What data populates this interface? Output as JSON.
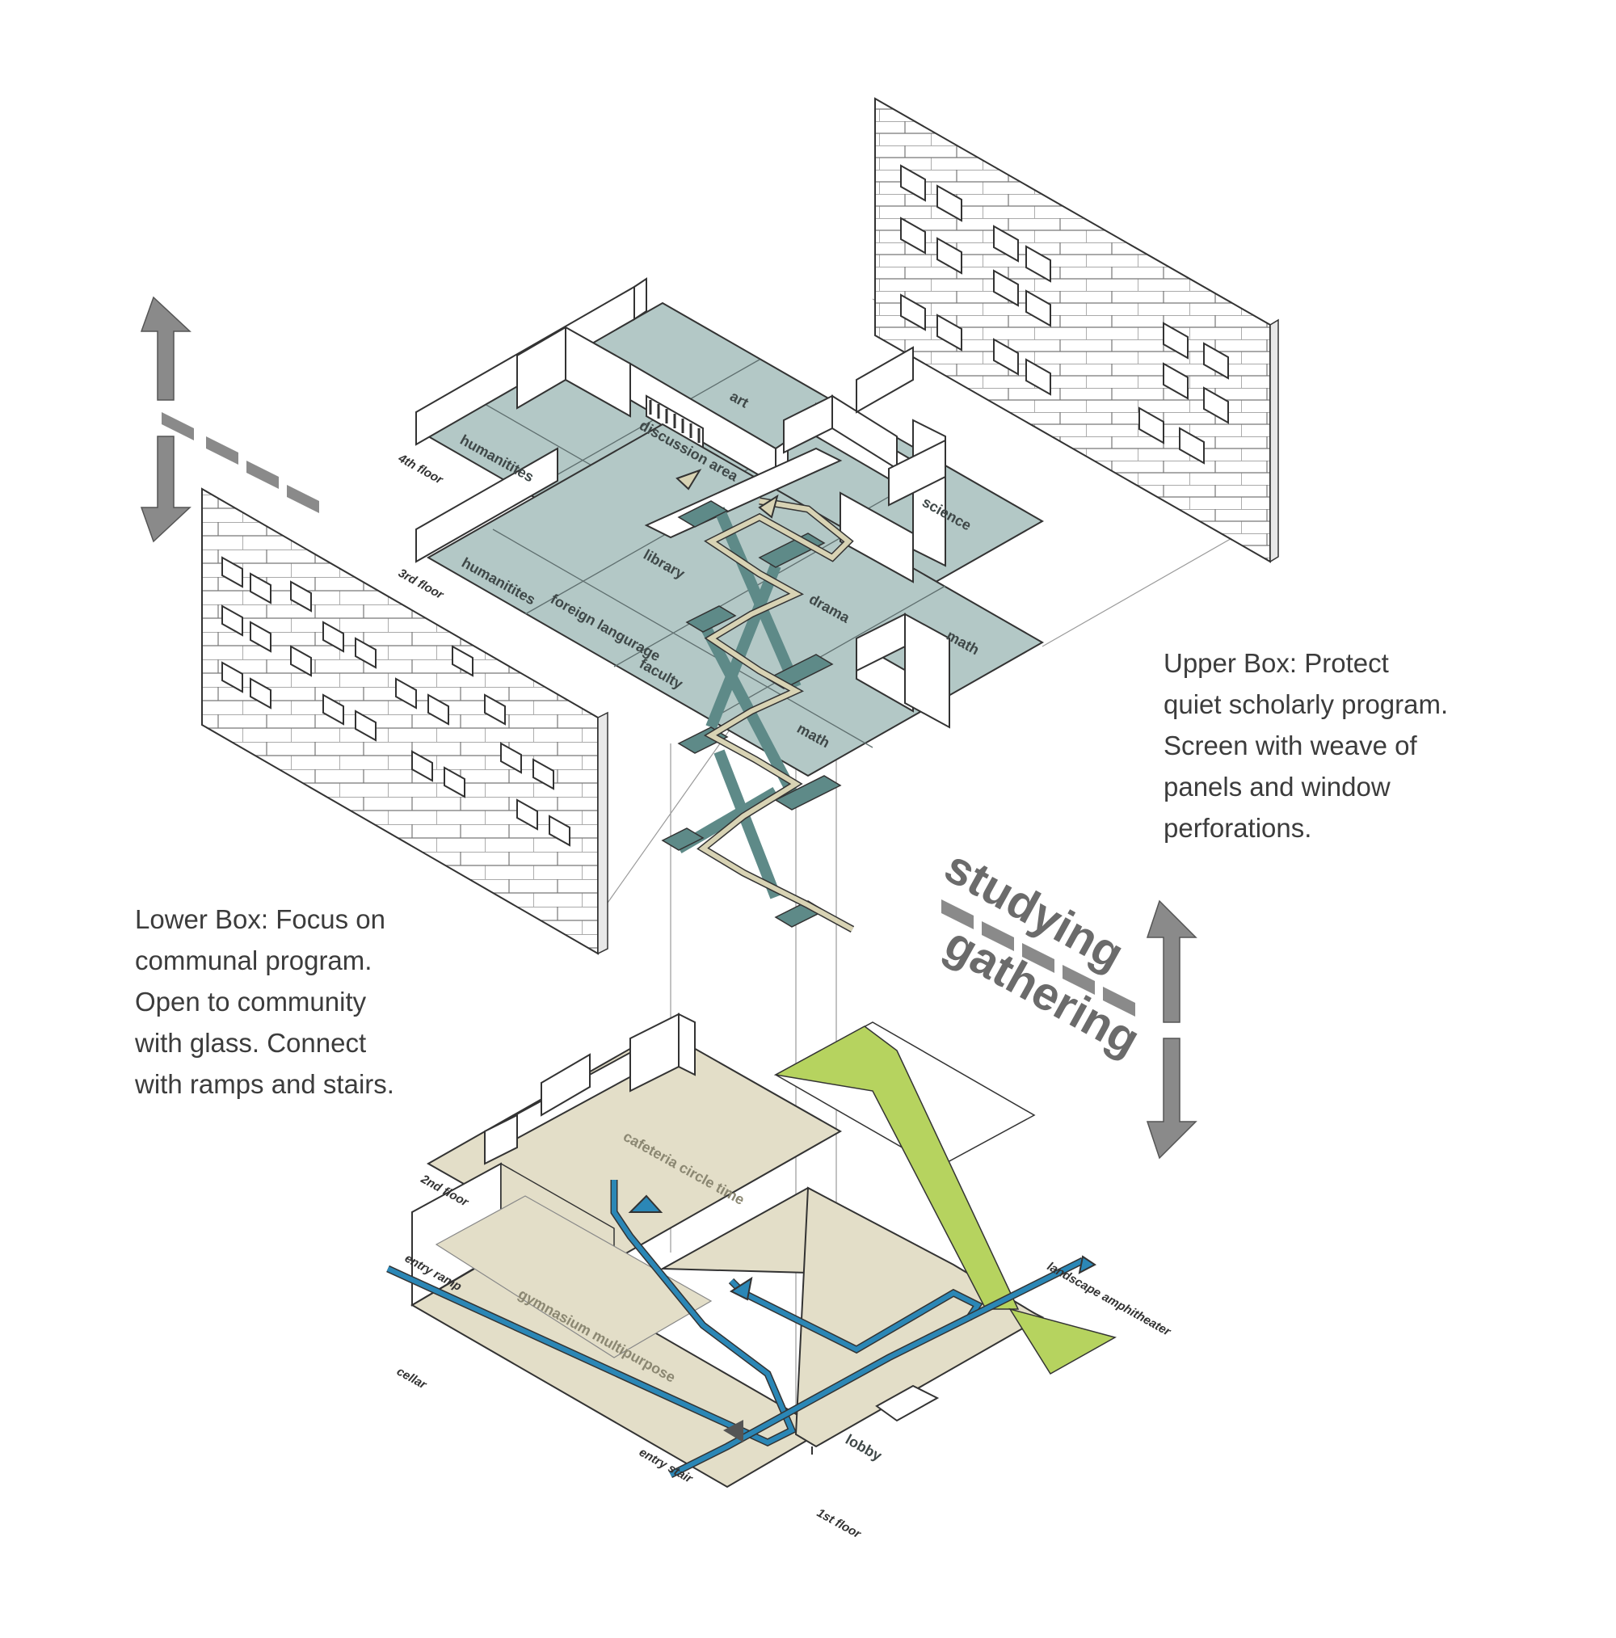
{
  "upper_note": "Upper Box: Protect\nquiet scholarly program.\nScreen with weave of\npanels and window\nperforations.",
  "lower_note": "Lower Box: Focus on\ncommunal program.\nOpen to community\nwith glass. Connect\nwith ramps and stairs.",
  "zone_labels": {
    "upper": "studying",
    "lower": "gathering"
  },
  "floors": {
    "fourth": "4th floor",
    "third": "3rd floor",
    "second": "2nd floor",
    "first": "1st floor",
    "cellar": "cellar"
  },
  "rooms": {
    "art": "art",
    "humanities_4": "humanitites",
    "discussion": "discussion area",
    "science": "science",
    "humanities_3": "humanitites",
    "library": "library",
    "foreign": "foreign langurage",
    "drama": "drama",
    "math_3": "math",
    "faculty": "faculty",
    "math_2": "math",
    "cafeteria": "cafeteria circle time",
    "gym": "gymnasium multipurpose",
    "lobby": "lobby"
  },
  "circulation_labels": {
    "entry_ramp": "entry ramp",
    "entry_stair": "entry stair",
    "landscape": "landscape amphitheater"
  },
  "colors": {
    "upper_floor": "#b3c8c6",
    "lower_floor": "#e3dec8",
    "stair": "#5e8a88",
    "route_blue": "#2b87b6",
    "route_tan": "#d8d3b4",
    "landscape_green": "#b6d35f",
    "arrow_gray": "#8a8a8a",
    "text": "#3c3c3c"
  }
}
